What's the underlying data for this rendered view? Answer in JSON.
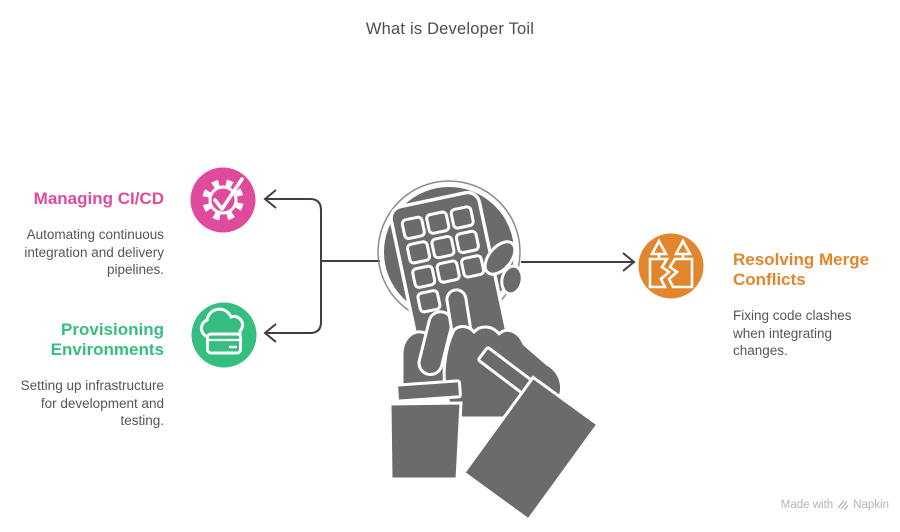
{
  "title": "What is Developer Toil",
  "colors": {
    "pink": "#E04A9D",
    "green": "#36BD80",
    "orange": "#E2862D",
    "illustration_gray": "#6B6B6B",
    "circle_ring": "#8A8A8A",
    "connector": "#3F3F3F",
    "title_text": "#4D4D4D",
    "description_text": "#565656",
    "watermark_text": "#B5B5B5",
    "background": "#FFFFFF"
  },
  "items": [
    {
      "id": "managing-ci-cd",
      "heading": "Managing CI/CD",
      "description_lines": [
        "Automating continuous",
        "integration and delivery",
        "pipelines."
      ],
      "color": "#E04A9D",
      "icon": "gear-check"
    },
    {
      "id": "provisioning-environments",
      "heading_lines": [
        "Provisioning",
        "Environments"
      ],
      "description_lines": [
        "Setting up infrastructure",
        "for development and",
        "testing."
      ],
      "color": "#36BD80",
      "icon": "cloud-server"
    },
    {
      "id": "resolving-merge-conflicts",
      "heading_lines": [
        "Resolving Merge",
        "Conflicts"
      ],
      "description_lines": [
        "Fixing code clashes",
        "when integrating",
        "changes."
      ],
      "color": "#E2862D",
      "icon": "merge-conflict"
    }
  ],
  "center": {
    "icon": "hands-using-device"
  },
  "watermark": {
    "prefix": "Made with",
    "brand": "Napkin"
  }
}
